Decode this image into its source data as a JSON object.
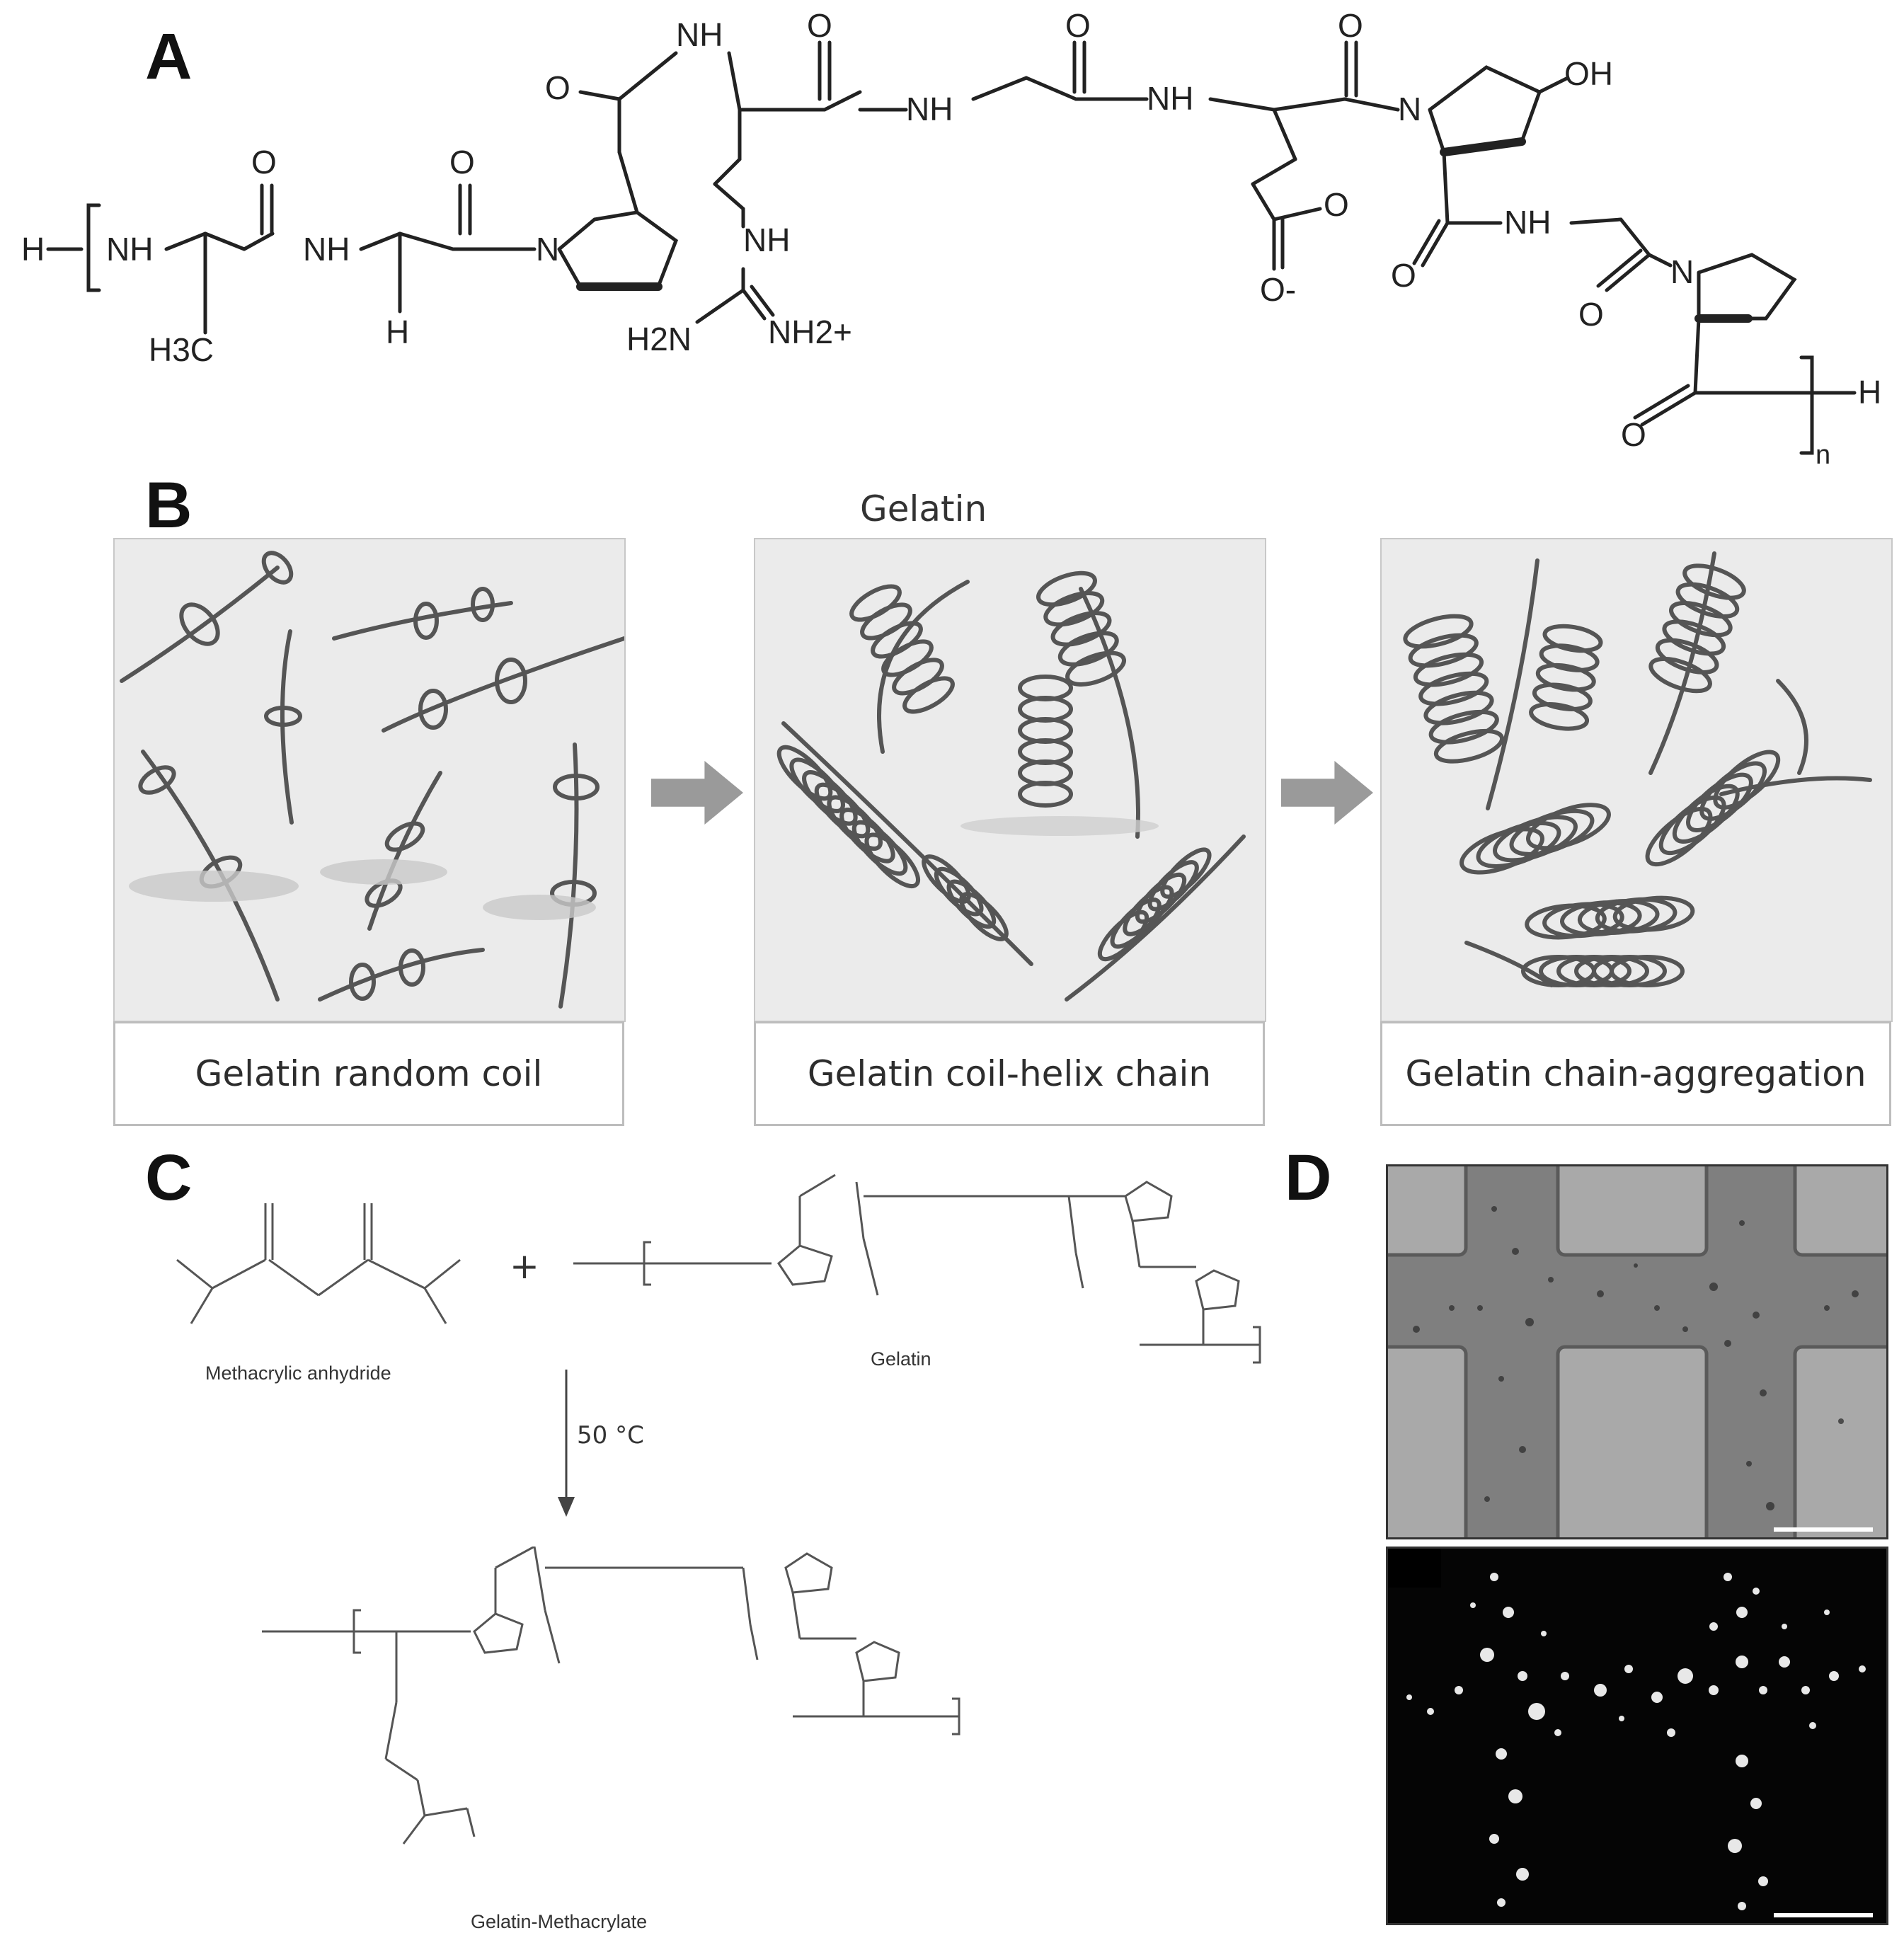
{
  "panels": {
    "a": {
      "letter": "A"
    },
    "b": {
      "letter": "B",
      "title": "Gelatin"
    },
    "c": {
      "letter": "C"
    },
    "d": {
      "letter": "D"
    }
  },
  "chem_a": {
    "h_left": "H",
    "h_right": "H",
    "nh": "NH",
    "n": "N",
    "o": "O",
    "oh": "OH",
    "h": "H",
    "h3c": "H3C",
    "h2n": "H2N",
    "nh2_plus": "NH2+",
    "o_minus": "O-",
    "repeat_n": "n"
  },
  "panel_b": {
    "captions": [
      "Gelatin random coil",
      "Gelatin coil-helix chain",
      "Gelatin chain-aggregation"
    ]
  },
  "panel_c": {
    "reactant1": "Methacrylic anhydride",
    "plus": "+",
    "reactant2": "Gelatin",
    "condition": "50 °C",
    "product": "Gelatin-Methacrylate"
  }
}
